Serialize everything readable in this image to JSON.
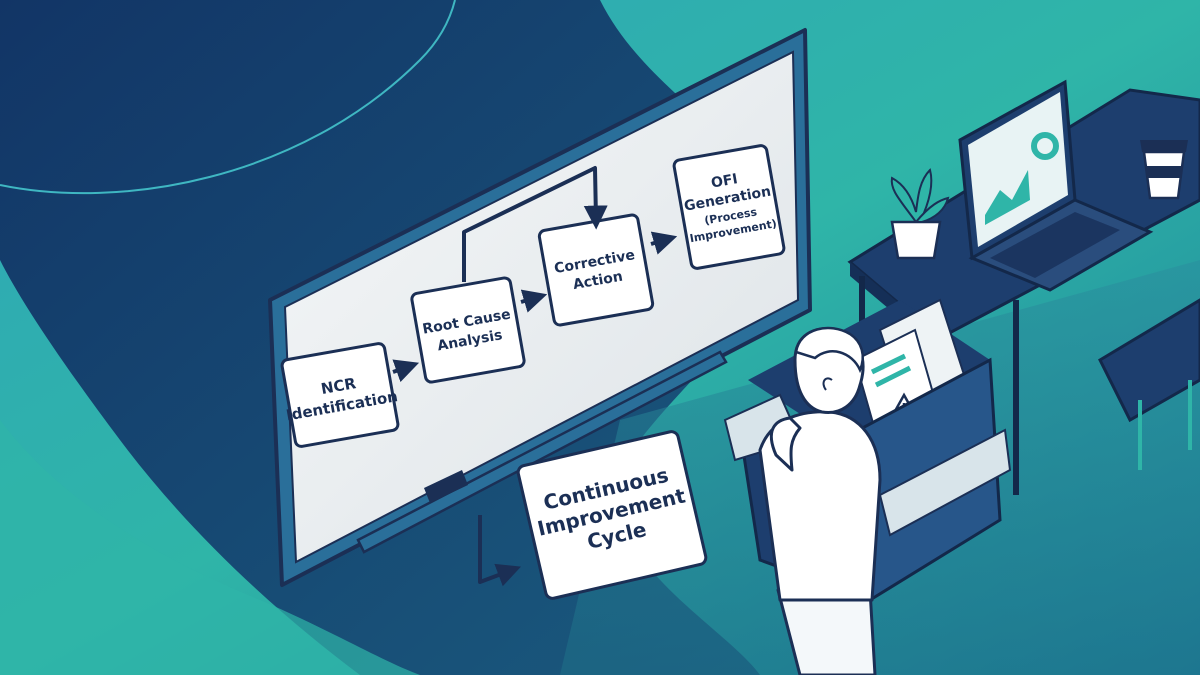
{
  "colors": {
    "navy": "#1b2f55",
    "dark_blue": "#163a6b",
    "teal": "#2fb5a8",
    "aqua": "#55d6c2",
    "board_surface": "#eceff1",
    "board_frame": "#2a6f9a"
  },
  "whiteboard": {
    "steps": {
      "ncr": [
        "NCR",
        "Identification"
      ],
      "root_cause": [
        "Root Cause",
        "Analysis"
      ],
      "corrective": [
        "Corrective",
        "Action"
      ],
      "ofi": [
        "OFI",
        "Generation",
        "(Process",
        "Improvement)"
      ]
    }
  },
  "cycle_card": {
    "lines": [
      "Continuous",
      "Improvement",
      "Cycle"
    ]
  },
  "icons": {
    "laptop": "laptop-icon",
    "plant": "plant-icon",
    "coffee": "coffee-cup-icon",
    "warning": "warning-triangle-icon",
    "chair": "office-chair-icon"
  }
}
